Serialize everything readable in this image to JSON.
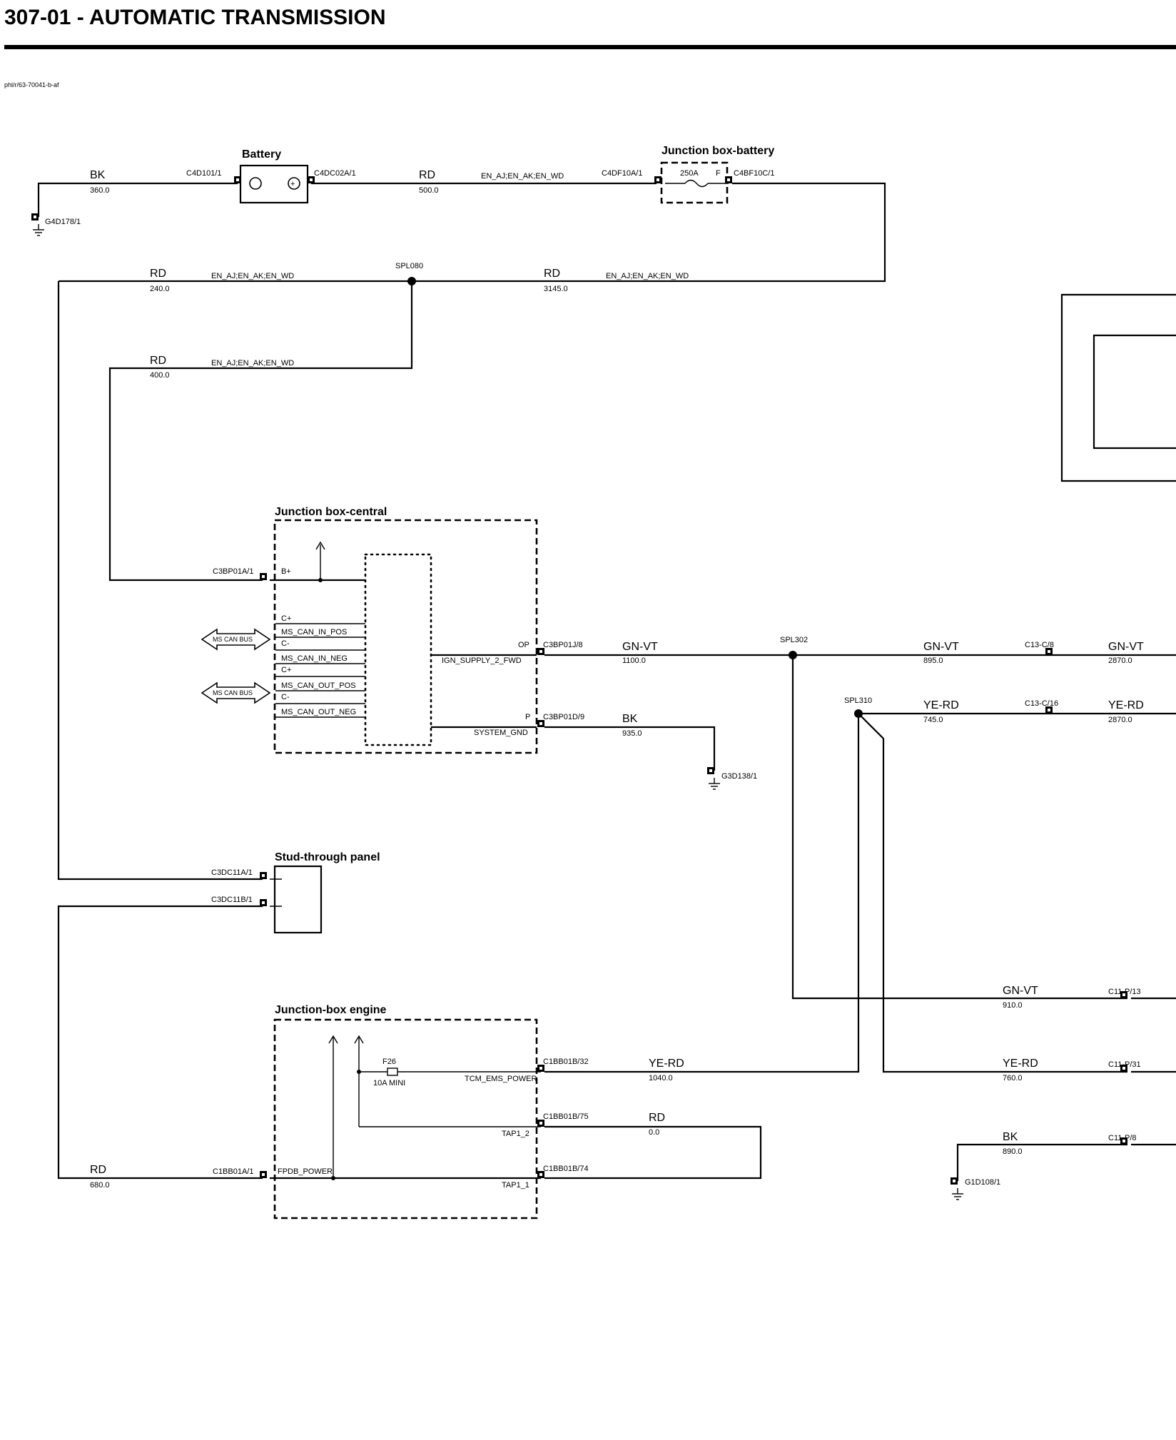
{
  "header": {
    "title": "307-01 - AUTOMATIC TRANSMISSION",
    "diagram_id": "phl/r/63-70041-b-af"
  },
  "components": {
    "battery": "Battery",
    "jb_battery": "Junction box-battery",
    "jb_central": "Junction box-central",
    "stud_panel": "Stud-through panel",
    "jb_engine": "Junction-box engine"
  },
  "connectors": {
    "c4d101": "C4D101/1",
    "c4dc02a": "C4DC02A/1",
    "c4df10a": "C4DF10A/1",
    "c4bf10c": "C4BF10C/1",
    "g4d178": "G4D178/1",
    "spl080": "SPL080",
    "c3bp01a": "C3BP01A/1",
    "c3bp01j": "C3BP01J/8",
    "c3bp01d": "C3BP01D/9",
    "g3d138": "G3D138/1",
    "spl302": "SPL302",
    "spl310": "SPL310",
    "c13c8": "C13-C/8",
    "c13c16": "C13-C/16",
    "c3dc11a": "C3DC11A/1",
    "c3dc11b": "C3DC11B/1",
    "c11p13": "C11-P/13",
    "c11p31": "C11-P/31",
    "c11p8": "C11-P/8",
    "g1d108": "G1D108/1",
    "c1bb01b32": "C1BB01B/32",
    "c1bb01b75": "C1BB01B/75",
    "c1bb01b74": "C1BB01B/74",
    "c1bb01a": "C1BB01A/1"
  },
  "wires": {
    "w1": {
      "color": "BK",
      "length": "360.0"
    },
    "w2": {
      "color": "RD",
      "length": "500.0",
      "variant": "EN_AJ;EN_AK;EN_WD"
    },
    "w3": {
      "color": "RD",
      "length": "240.0",
      "variant": "EN_AJ;EN_AK;EN_WD"
    },
    "w4": {
      "color": "RD",
      "length": "3145.0",
      "variant": "EN_AJ;EN_AK;EN_WD"
    },
    "w5": {
      "color": "RD",
      "length": "400.0",
      "variant": "EN_AJ;EN_AK;EN_WD"
    },
    "w6": {
      "color": "GN-VT",
      "length": "1100.0"
    },
    "w7": {
      "color": "BK",
      "length": "935.0"
    },
    "w8": {
      "color": "GN-VT",
      "length": "895.0"
    },
    "w9": {
      "color": "GN-VT",
      "length": "2870.0"
    },
    "w10": {
      "color": "YE-RD",
      "length": "745.0"
    },
    "w11": {
      "color": "YE-RD",
      "length": "2870.0"
    },
    "w12": {
      "color": "GN-VT",
      "length": "910.0"
    },
    "w13": {
      "color": "YE-RD",
      "length": "1040.0"
    },
    "w14": {
      "color": "YE-RD",
      "length": "760.0"
    },
    "w15": {
      "color": "RD",
      "length": "0.0"
    },
    "w16": {
      "color": "BK",
      "length": "890.0"
    },
    "w17": {
      "color": "RD",
      "length": "680.0"
    }
  },
  "fuses": {
    "main": {
      "rating": "250A",
      "tag": "F"
    },
    "f26": {
      "name": "F26",
      "rating": "10A MINI"
    }
  },
  "pins": {
    "bplus": "B+",
    "cplus1": "C+",
    "ms_can_in_pos": "MS_CAN_IN_POS",
    "cminus1": "C-",
    "ms_can_in_neg": "MS_CAN_IN_NEG",
    "cplus2": "C+",
    "ms_can_out_pos": "MS_CAN_OUT_POS",
    "cminus2": "C-",
    "ms_can_out_neg": "MS_CAN_OUT_NEG",
    "op": "OP",
    "ign_supply": "IGN_SUPPLY_2_FWD",
    "p": "P",
    "system_gnd": "SYSTEM_GND",
    "tcm_ems_power": "TCM_EMS_POWER",
    "tap1_2": "TAP1_2",
    "tap1_1": "TAP1_1",
    "fpdb_power": "FPDB_POWER"
  },
  "buses": {
    "bus1": "MS CAN BUS",
    "bus2": "MS CAN BUS"
  }
}
